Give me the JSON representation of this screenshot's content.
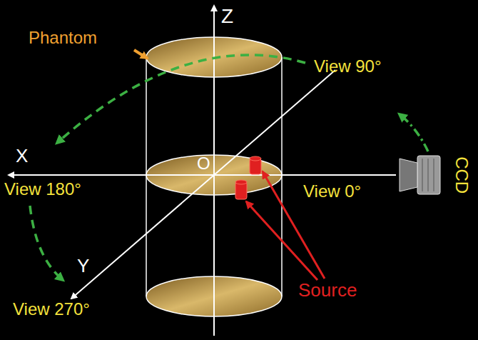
{
  "diagram": {
    "labels": [
      "Z",
      "Phantom",
      "View 90°",
      "X",
      "O",
      "View 180°",
      "View 0°",
      "CCD",
      "Y",
      "View 270°",
      "Source"
    ]
  }
}
